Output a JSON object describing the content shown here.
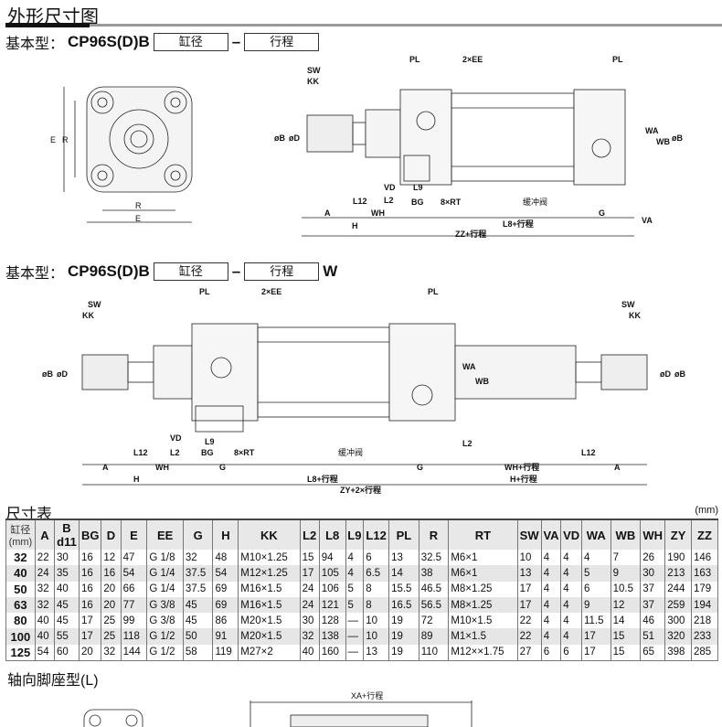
{
  "title": "外形尺寸图",
  "model1": {
    "prefix": "基本型：",
    "code": "CP96S(D)B",
    "box1": "缸径",
    "dash": "–",
    "box2": "行程",
    "suffix": ""
  },
  "model2": {
    "prefix": "基本型：",
    "code": "CP96S(D)B",
    "box1": "缸径",
    "dash": "–",
    "box2": "行程",
    "suffix": "W"
  },
  "drawing1": {
    "E": "E",
    "R": "R",
    "SW": "SW",
    "KK": "KK",
    "PL": "PL",
    "EE": "2×EE",
    "OB": "øB",
    "OD": "øD",
    "WA": "WA",
    "WB": "WB",
    "VD": "VD",
    "L9": "L9",
    "L12": "L12",
    "L2": "L2",
    "BG": "BG",
    "RT": "8×RT",
    "cushion": "缓冲阀",
    "A": "A",
    "WH": "WH",
    "H": "H",
    "G": "G",
    "VA": "VA",
    "L8": "L8+行程",
    "ZZ": "ZZ+行程"
  },
  "drawing2": {
    "PL": "PL",
    "EE": "2×EE",
    "SW": "SW",
    "KK": "KK",
    "OB": "øB",
    "OD": "øD",
    "WA": "WA",
    "WB": "WB",
    "VD": "VD",
    "L9": "L9",
    "L12": "L12",
    "L2": "L2",
    "BG": "BG",
    "RT": "8×RT",
    "cushion": "缓冲阀",
    "A": "A",
    "WH": "WH",
    "H": "H",
    "G": "G",
    "L8": "L8+行程",
    "WHs": "WH+行程",
    "Hs": "H+行程",
    "ZY": "ZY+2×行程"
  },
  "table": {
    "title": "尺寸表",
    "unit": "(mm)",
    "headers": [
      "缸径\n(mm)",
      "A",
      "B\nd11",
      "BG",
      "D",
      "E",
      "EE",
      "G",
      "H",
      "KK",
      "L2",
      "L8",
      "L9",
      "L12",
      "PL",
      "R",
      "RT",
      "SW",
      "VA",
      "VD",
      "WA",
      "WB",
      "WH",
      "ZY",
      "ZZ"
    ],
    "rows": [
      [
        "32",
        "22",
        "30",
        "16",
        "12",
        "47",
        "G 1/8",
        "32",
        "48",
        "M10×1.25",
        "15",
        "94",
        "4",
        "6",
        "13",
        "32.5",
        "M6×1",
        "10",
        "4",
        "4",
        "4",
        "7",
        "26",
        "190",
        "146"
      ],
      [
        "40",
        "24",
        "35",
        "16",
        "16",
        "54",
        "G 1/4",
        "37.5",
        "54",
        "M12×1.25",
        "17",
        "105",
        "4",
        "6.5",
        "14",
        "38",
        "M6×1",
        "13",
        "4",
        "4",
        "5",
        "9",
        "30",
        "213",
        "163"
      ],
      [
        "50",
        "32",
        "40",
        "16",
        "20",
        "66",
        "G 1/4",
        "37.5",
        "69",
        "M16×1.5",
        "24",
        "106",
        "5",
        "8",
        "15.5",
        "46.5",
        "M8×1.25",
        "17",
        "4",
        "4",
        "6",
        "10.5",
        "37",
        "244",
        "179"
      ],
      [
        "63",
        "32",
        "45",
        "16",
        "20",
        "77",
        "G 3/8",
        "45",
        "69",
        "M16×1.5",
        "24",
        "121",
        "5",
        "8",
        "16.5",
        "56.5",
        "M8×1.25",
        "17",
        "4",
        "4",
        "9",
        "12",
        "37",
        "259",
        "194"
      ],
      [
        "80",
        "40",
        "45",
        "17",
        "25",
        "99",
        "G 3/8",
        "45",
        "86",
        "M20×1.5",
        "30",
        "128",
        "—",
        "10",
        "19",
        "72",
        "M10×1.5",
        "22",
        "4",
        "4",
        "11.5",
        "14",
        "46",
        "300",
        "218"
      ],
      [
        "100",
        "40",
        "55",
        "17",
        "25",
        "118",
        "G 1/2",
        "50",
        "91",
        "M20×1.5",
        "32",
        "138",
        "—",
        "10",
        "19",
        "89",
        "M1×1.5",
        "22",
        "4",
        "4",
        "17",
        "15",
        "51",
        "320",
        "233"
      ],
      [
        "125",
        "54",
        "60",
        "20",
        "32",
        "144",
        "G 1/2",
        "58",
        "119",
        "M27×2",
        "40",
        "160",
        "—",
        "13",
        "19",
        "110",
        "M12××1.75",
        "27",
        "6",
        "6",
        "17",
        "15",
        "65",
        "398",
        "285"
      ]
    ]
  },
  "section3": {
    "title": "轴向脚座型(L)",
    "XA": "XA+行程"
  }
}
